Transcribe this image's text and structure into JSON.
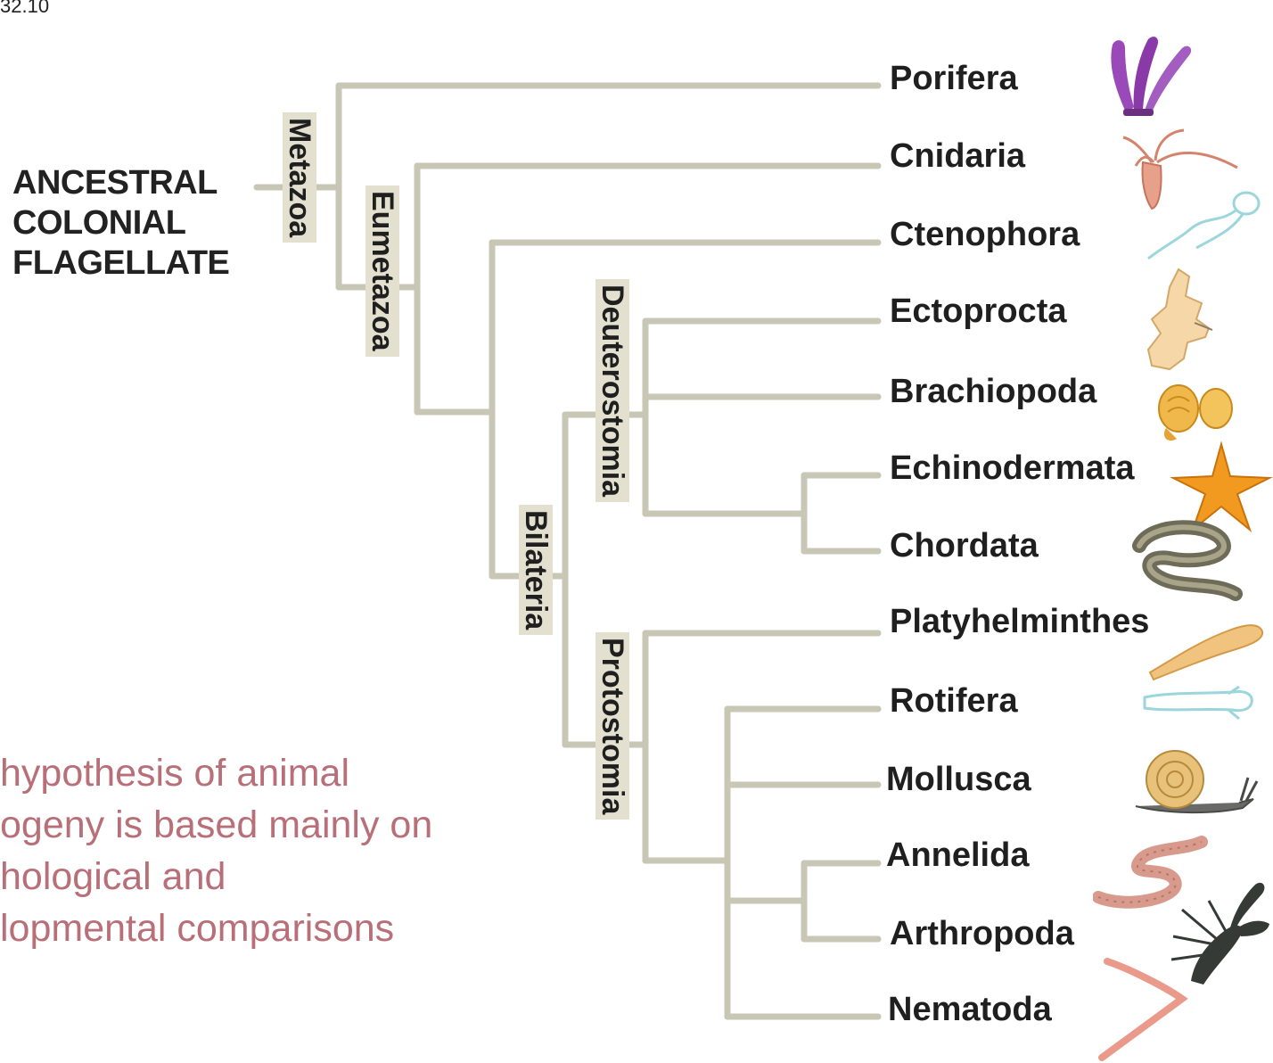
{
  "figure_id": "32.10",
  "root_label": "ANCESTRAL\nCOLONIAL\nFLAGELLATE",
  "clades": {
    "metazoa": "Metazoa",
    "eumetazoa": "Eumetazoa",
    "bilateria": "Bilateria",
    "deuterostomia": "Deuterostomia",
    "protostomia": "Protostomia"
  },
  "taxa": [
    "Porifera",
    "Cnidaria",
    "Ctenophora",
    "Ectoprocta",
    "Brachiopoda",
    "Echinodermata",
    "Chordata",
    "Platyhelminthes",
    "Rotifera",
    "Mollusca",
    "Annelida",
    "Arthropoda",
    "Nematoda"
  ],
  "caption": {
    "lines": [
      "hypothesis of animal",
      "ogeny is based mainly on",
      "hological and",
      "lopmental comparisons"
    ]
  },
  "colors": {
    "branch": "#c8c6b5",
    "clade_label_bg": "#e3e0cf",
    "caption_text": "#b86f78"
  },
  "icons": [
    "sponge-icon",
    "jellyfish-icon",
    "comb-jelly-icon",
    "bryozoan-icon",
    "lamp-shell-icon",
    "sea-star-icon",
    "lamprey-icon",
    "flatworm-icon",
    "rotifer-icon",
    "snail-icon",
    "earthworm-icon",
    "lobster-icon",
    "roundworm-icon"
  ]
}
